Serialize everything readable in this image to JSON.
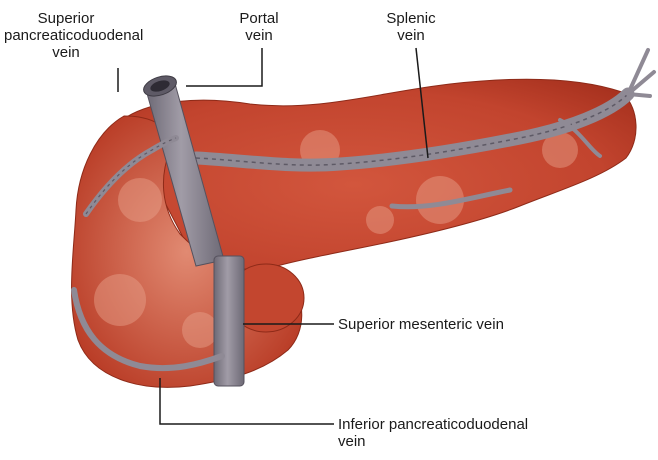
{
  "figure": {
    "labels": {
      "superior_pancreaticoduodenal": [
        "Superior",
        "pancreaticoduodenal",
        "vein"
      ],
      "portal": [
        "Portal",
        "vein"
      ],
      "splenic": [
        "Splenic",
        "vein"
      ],
      "superior_mesenteric": "Superior mesenteric vein",
      "inferior_pancreaticoduodenal": [
        "Inferior pancreaticoduodenal",
        "vein"
      ]
    },
    "colors": {
      "pancreas_dark": "#a8321f",
      "pancreas_mid": "#d2563d",
      "pancreas_light": "#e9a48e",
      "vein": "#8f8a95",
      "vein_dark": "#5e5a66",
      "leader_line": "#1a1a1a"
    }
  }
}
